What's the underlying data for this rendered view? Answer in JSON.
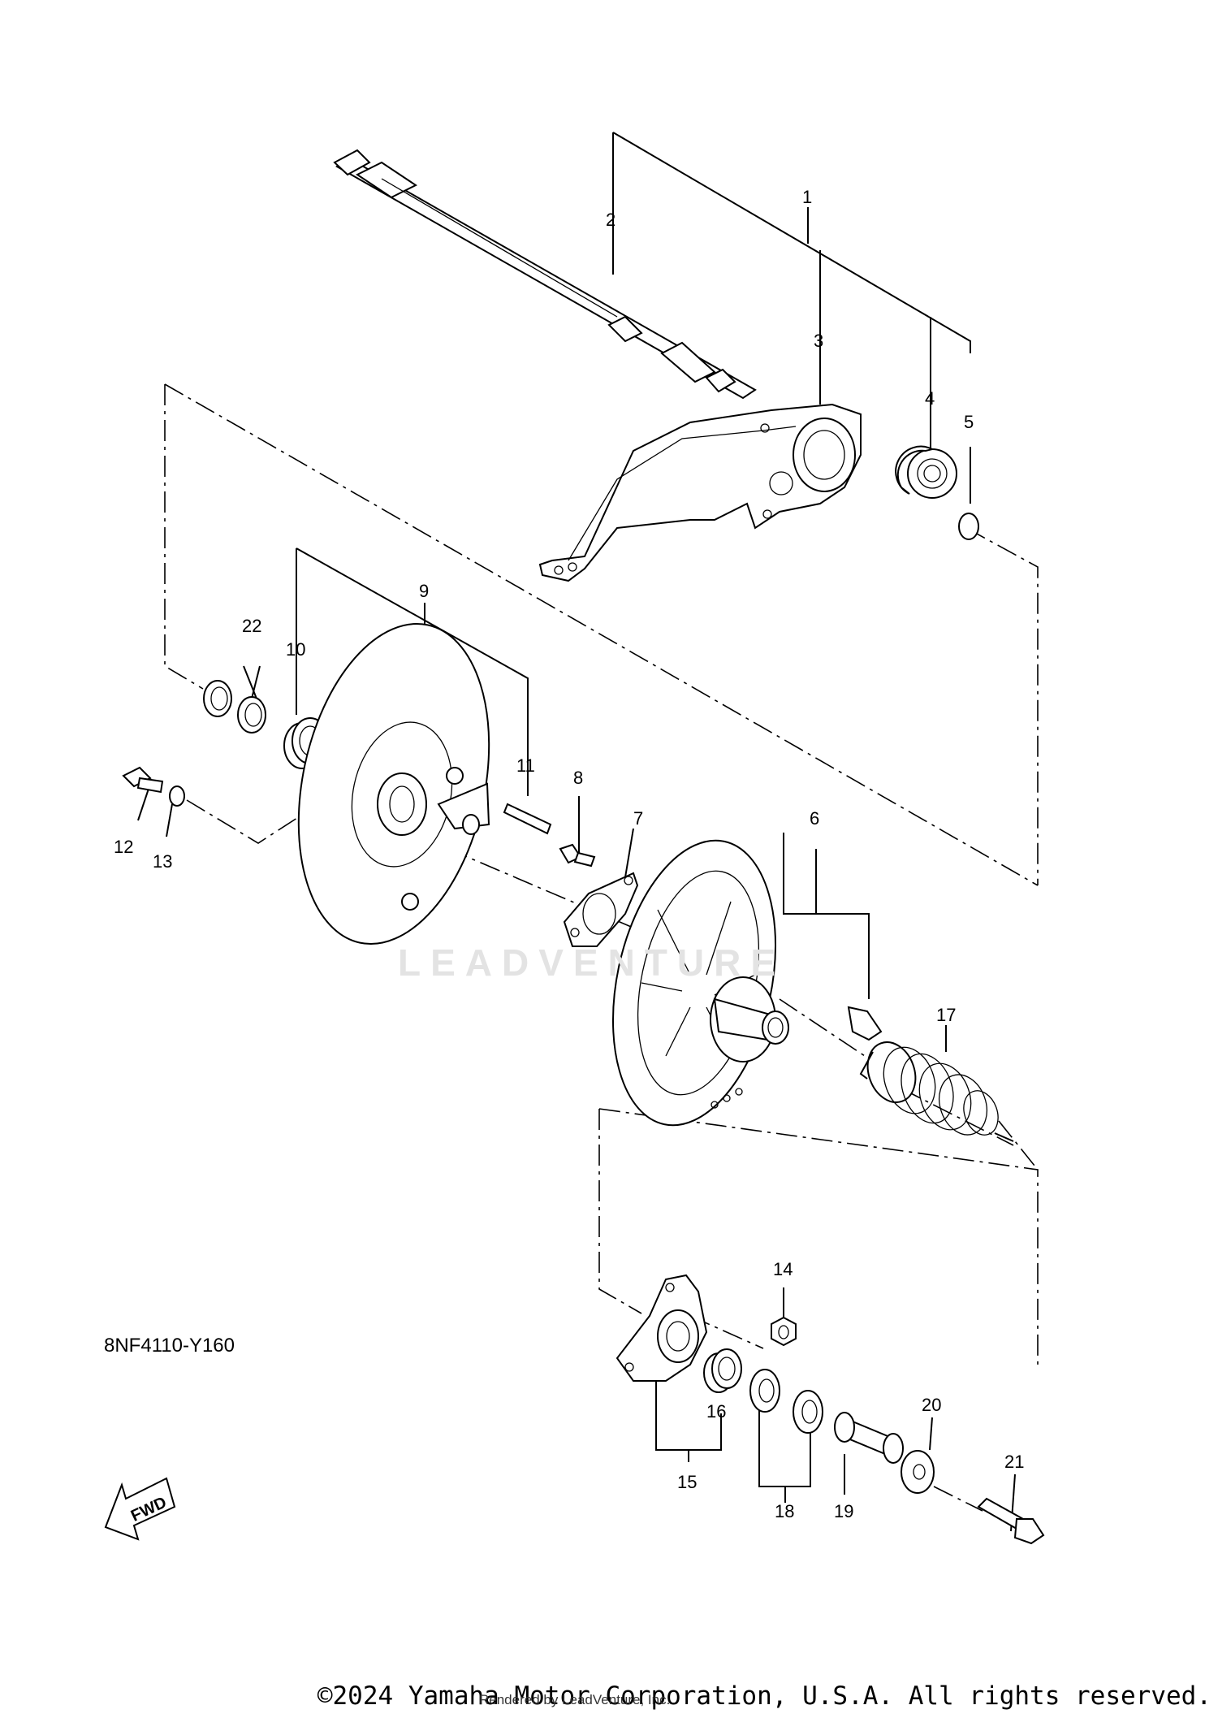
{
  "diagram": {
    "code": "8NF4110-Y160",
    "fwd_label": "FWD",
    "watermark": "LEADVENTURE",
    "copyright": "©2024 Yamaha Motor Corporation, U.S.A. All rights reserved.",
    "rendered_by": "Rendered by LeadVenture, Inc.",
    "callouts": {
      "c1": "1",
      "c2": "2",
      "c3": "3",
      "c4": "4",
      "c5": "5",
      "c6": "6",
      "c7": "7",
      "c8": "8",
      "c9": "9",
      "c10": "10",
      "c11": "11",
      "c12": "12",
      "c13": "13",
      "c14": "14",
      "c15": "15",
      "c16": "16",
      "c17": "17",
      "c18": "18",
      "c19": "19",
      "c20": "20",
      "c21": "21",
      "c22": "22"
    }
  }
}
